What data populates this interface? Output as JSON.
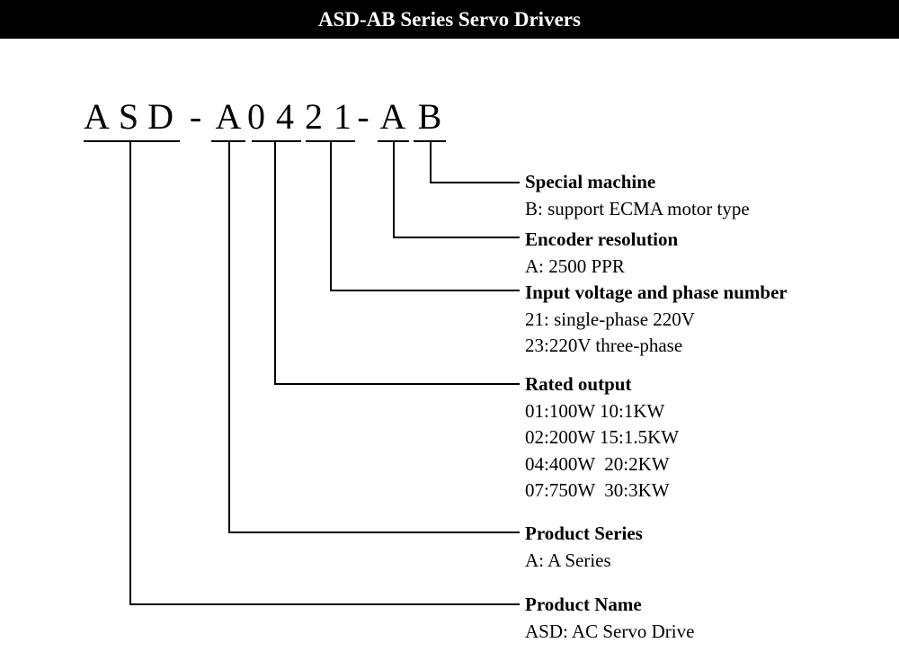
{
  "title": "ASD-AB Series Servo Drivers",
  "model_code": {
    "name": "ASD",
    "dash1": "-",
    "series": "A",
    "output": "04",
    "voltage": "21",
    "dash2": "-",
    "encoder": "A",
    "special": "B"
  },
  "legend": {
    "special": {
      "heading": "Special machine",
      "lines": [
        "B: support ECMA motor type"
      ]
    },
    "encoder": {
      "heading": "Encoder resolution",
      "lines": [
        "A: 2500 PPR"
      ]
    },
    "voltage": {
      "heading": "Input voltage and phase number",
      "lines": [
        "21: single-phase 220V",
        "23:220V three-phase"
      ]
    },
    "output": {
      "heading": "Rated output",
      "lines": [
        "01:100W 10:1KW",
        "02:200W 15:1.5KW",
        "04:400W  20:2KW",
        "07:750W  30:3KW"
      ]
    },
    "series": {
      "heading": "Product Series",
      "lines": [
        "A: A Series"
      ]
    },
    "name": {
      "heading": "Product Name",
      "lines": [
        "ASD: AC Servo Drive"
      ]
    }
  }
}
